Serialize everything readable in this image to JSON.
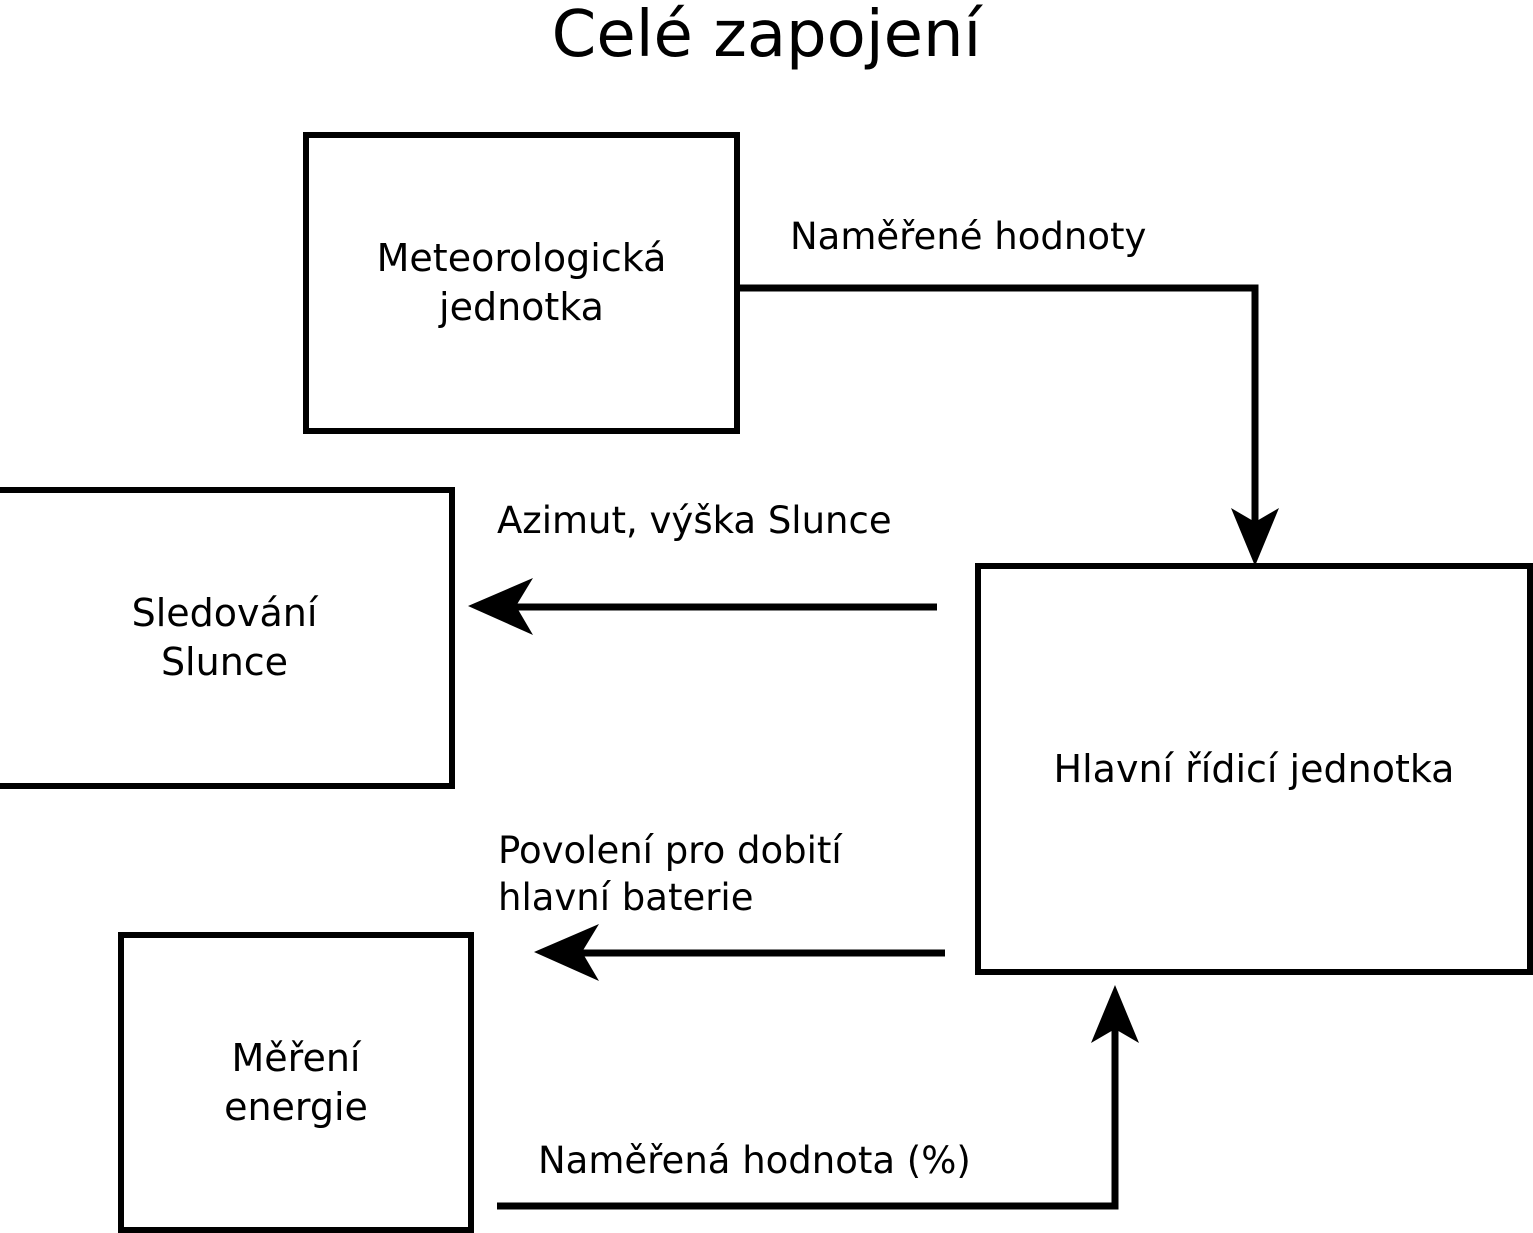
{
  "title": "Celé zapojení",
  "nodes": {
    "meteo": {
      "label": "Meteorologická\njednotka"
    },
    "sun_tracking": {
      "label": "Sledování\nSlunce"
    },
    "main_unit": {
      "label": "Hlavní řídicí jednotka"
    },
    "energy": {
      "label": "Měření\nenergie"
    }
  },
  "edges": {
    "measured_values": {
      "label": "Naměřené hodnoty"
    },
    "azimuth_elevation": {
      "label": "Azimut, výška Slunce"
    },
    "charge_permission": {
      "label": "Povolení pro dobití\nhlavní baterie"
    },
    "measured_percent": {
      "label": "Naměřená hodnota (%)"
    }
  },
  "style": {
    "stroke": "#000000",
    "background": "#ffffff"
  }
}
